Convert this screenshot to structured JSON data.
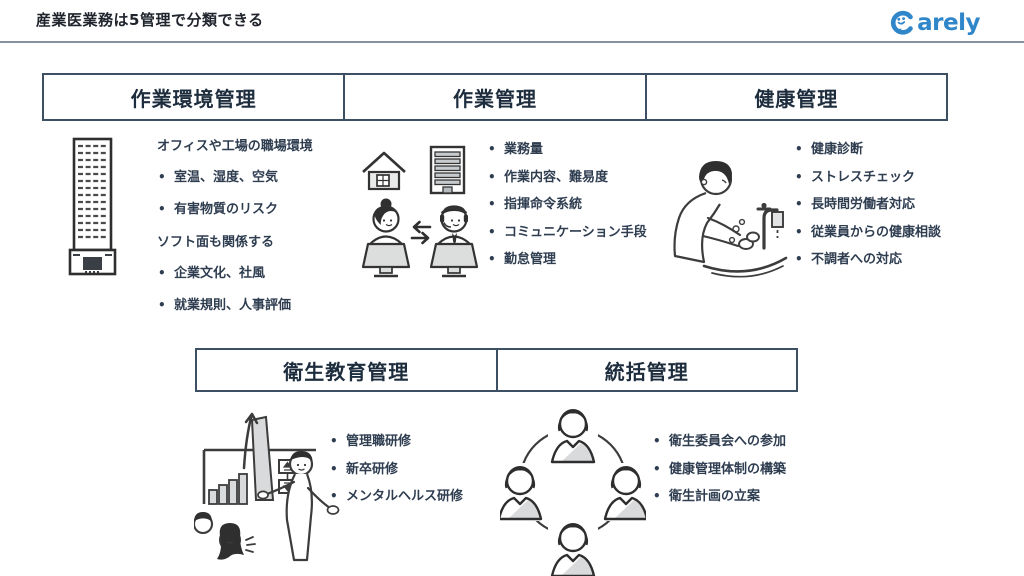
{
  "header": {
    "title": "産業医業務は5管理で分類できる",
    "logo": {
      "brand": "Carely",
      "text_part": "arely"
    }
  },
  "colors": {
    "accent_blue": "#2f86c9",
    "text_navy": "#2e3d50",
    "box_border": "#3d4f63"
  },
  "top_sections": [
    {
      "title": "作業環境管理",
      "illustration": "office-building-icon",
      "groups": [
        {
          "heading": "オフィスや工場の職場環境",
          "bullets": [
            "室温、湿度、空気",
            "有害物質のリスク"
          ]
        },
        {
          "heading": "ソフト面も関係する",
          "bullets": [
            "企業文化、社風",
            "就業規則、人事評価"
          ]
        }
      ]
    },
    {
      "title": "作業管理",
      "illustration": "remote-workers-icon",
      "bullets": [
        "業務量",
        "作業内容、難易度",
        "指揮命令系統",
        "コミュニケーション手段",
        "勤怠管理"
      ]
    },
    {
      "title": "健康管理",
      "illustration": "hand-washing-icon",
      "bullets": [
        "健康診断",
        "ストレスチェック",
        "長時間労働者対応",
        "従業員からの健康相談",
        "不調者への対応"
      ]
    }
  ],
  "bottom_sections": [
    {
      "title": "衛生教育管理",
      "illustration": "training-presentation-icon",
      "bullets": [
        "管理職研修",
        "新卒研修",
        "メンタルヘルス研修"
      ]
    },
    {
      "title": "統括管理",
      "illustration": "team-circle-icon",
      "bullets": [
        "衛生委員会への参加",
        "健康管理体制の構築",
        "衛生計画の立案"
      ]
    }
  ]
}
